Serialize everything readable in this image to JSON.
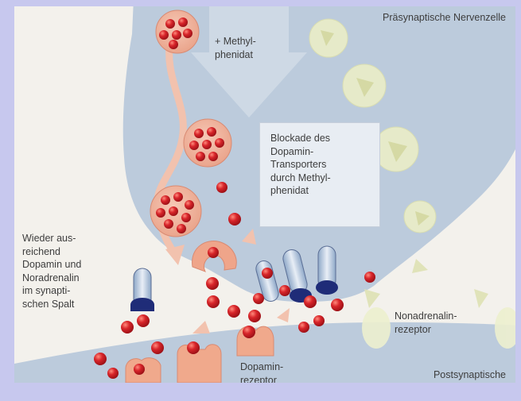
{
  "labels": {
    "praesynaptisch": "Präsynaptische Nervenzelle",
    "methylphenidat": "+ Methyl-\nphenidat",
    "blockade": "Blockade des\nDopamin-\nTransporters\ndurch Methyl-\nphenidat",
    "wieder": "Wieder aus-\nreichend\nDopamin und\nNoradrenalin\nim synapti-\nschen Spalt",
    "nonadrenalin": "Nonadrenalin-\nrezeptor",
    "dopaminrezeptor": "Dopamin-\nrezeptor",
    "postsynaptisch": "Postsynaptische\nNervenzelle"
  },
  "colors": {
    "frame": "#c7c8ee",
    "cell": "#b9c9da",
    "dopamine": "#d21e22",
    "vesicle": "#efb49e",
    "receptor": "#f2ad92",
    "transporter": "#1f2c78",
    "nor_vesicle": "#e6ebc1"
  }
}
